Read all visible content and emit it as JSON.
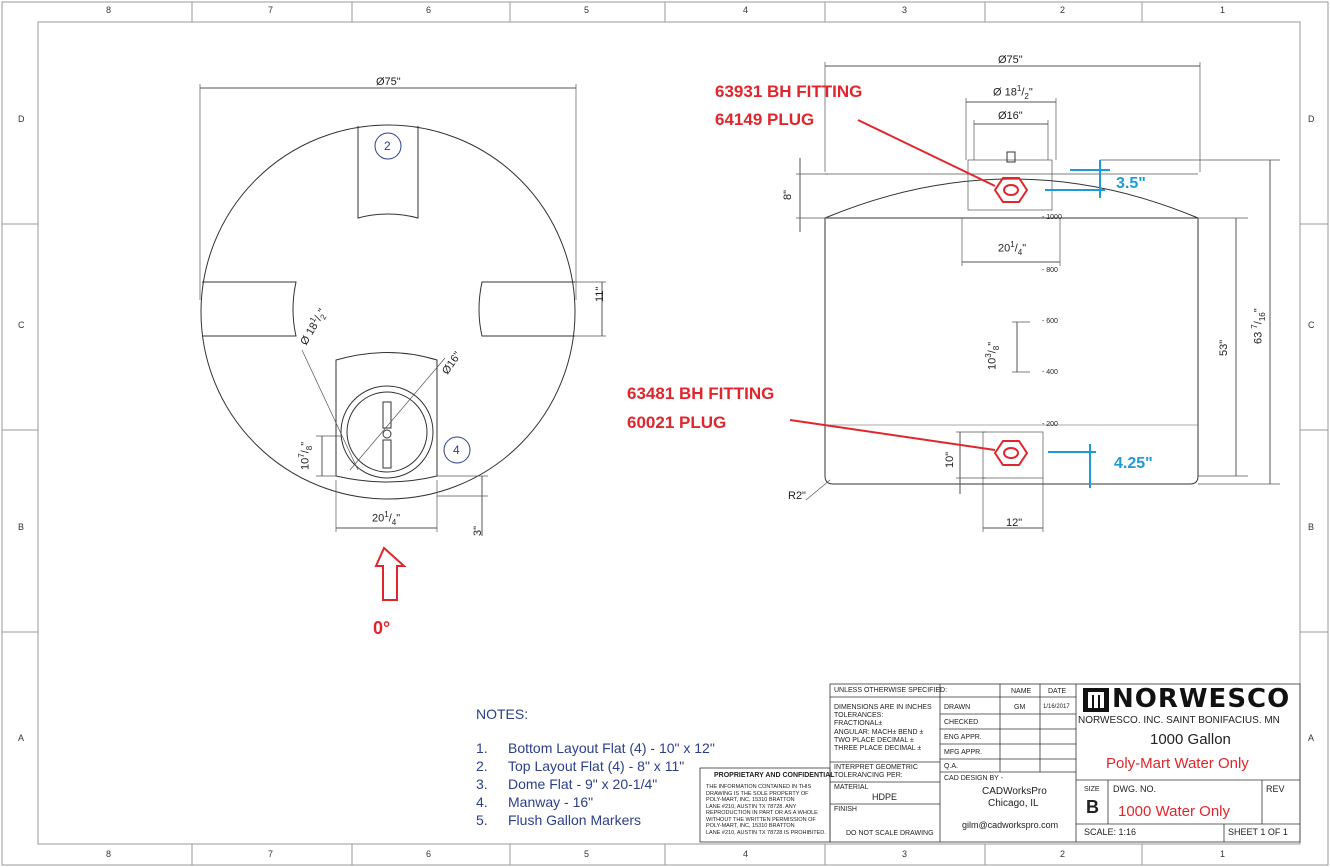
{
  "zones": {
    "top": [
      "8",
      "7",
      "6",
      "5",
      "4",
      "3",
      "2",
      "1"
    ],
    "side": [
      "D",
      "C",
      "B",
      "A"
    ]
  },
  "top_view": {
    "diameter": "Ø75\"",
    "callout_2": "2",
    "callout_4": "4",
    "dim_11": "11\"",
    "dim_18_half": "Ø 18",
    "dim_16": "Ø16\"",
    "dim_10_78": "10",
    "dim_20_14": "20",
    "dim_3": "3\"",
    "frac_half_n": "1",
    "frac_half_d": "2",
    "frac_78_n": "7",
    "frac_78_d": "8",
    "frac_14_n": "1",
    "frac_14_d": "4",
    "orientation": "0°"
  },
  "side_view": {
    "diameter": "Ø75\"",
    "dim_18_half": "Ø 18",
    "dim_16": "Ø16\"",
    "dim_8": "8\"",
    "dim_20_14": "20",
    "dim_10_38": "10",
    "dim_53": "53\"",
    "dim_63": "63",
    "dim_10": "10\"",
    "dim_12": "12\"",
    "radius": "R2\"",
    "frac_half_n": "1",
    "frac_half_d": "2",
    "frac_14_n": "1",
    "frac_14_d": "4",
    "frac_38_n": "3",
    "frac_38_d": "8",
    "frac_716_n": "7",
    "frac_716_d": "16",
    "gallon_marks": [
      "- 1000",
      "- 800",
      "- 600",
      "- 400",
      "- 200"
    ]
  },
  "annotations": {
    "top_fitting_line1": "63931 BH FITTING",
    "top_fitting_line2": "64149 PLUG",
    "bottom_fitting_line1": "63481 BH FITTING",
    "bottom_fitting_line2": "60021 PLUG",
    "top_offset": "3.5\"",
    "bottom_offset": "4.25\""
  },
  "notes": {
    "title": "NOTES:",
    "items": [
      {
        "num": "1.",
        "text": "Bottom Layout Flat (4) - 10\" x 12\""
      },
      {
        "num": "2.",
        "text": "Top Layout Flat (4) - 8\" x 11\""
      },
      {
        "num": "3.",
        "text": "Dome Flat - 9\" x 20-1/4\""
      },
      {
        "num": "4.",
        "text": "Manway - 16\""
      },
      {
        "num": "5.",
        "text": "Flush Gallon Markers"
      }
    ]
  },
  "title_block": {
    "proprietary_title": "PROPRIETARY AND CONFIDENTIAL",
    "proprietary_body": [
      "THE INFORMATION CONTAINED IN THIS",
      "DRAWING IS THE SOLE PROPERTY OF",
      "POLY-MART, INC, 15310 BRATTON",
      "LANE #210, AUSTIN TX 78728. ANY",
      "REPRODUCTION IN PART OR AS A WHOLE",
      "WITHOUT THE WRITTEN PERMISSION OF",
      "POLY-MART, INC, 15310 BRATTON",
      "LANE #210, AUSTIN TX 78728 IS PROHIBITED."
    ],
    "unless": "UNLESS OTHERWISE SPECIFIED:",
    "dims_inches": "DIMENSIONS ARE IN INCHES",
    "tolerances": "TOLERANCES:",
    "fractional": "FRACTIONAL±",
    "angular": "ANGULAR: MACH±    BEND ±",
    "two_place": "TWO PLACE DECIMAL    ±",
    "three_place": "THREE PLACE DECIMAL  ±",
    "interpret": "INTERPRET GEOMETRIC",
    "tolerancing": "TOLERANCING PER:",
    "material_label": "MATERIAL",
    "material": "HDPE",
    "finish": "FINISH",
    "no_scale": "DO NOT SCALE DRAWING",
    "name_h": "NAME",
    "date_h": "DATE",
    "drawn": "DRAWN",
    "drawn_name": "GM",
    "drawn_date": "1/16/2017",
    "checked": "CHECKED",
    "eng_appr": "ENG APPR.",
    "mfg_appr": "MFG APPR.",
    "qa": "Q.A.",
    "cad_design": "CAD DESIGN BY -",
    "cad_company": "CADWorksPro",
    "cad_city": "Chicago, IL",
    "cad_email": "gilm@cadworkspro.com",
    "logo": "NORWESCO",
    "company": "NORWESCO. INC.  SAINT BONIFACIUS. MN",
    "title": "1000 Gallon",
    "subtitle": "Poly-Mart Water Only",
    "size_label": "SIZE",
    "size": "B",
    "dwg_label": "DWG.  NO.",
    "dwg_no": "1000 Water Only",
    "rev": "REV",
    "scale": "SCALE: 1:16",
    "sheet": "SHEET 1 OF 1"
  }
}
